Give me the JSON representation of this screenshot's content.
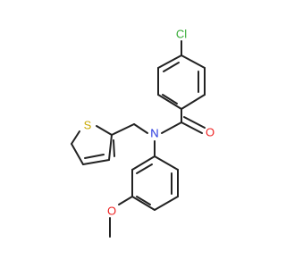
{
  "structure": {
    "atoms": [
      {
        "id": "Cl",
        "label": "Cl",
        "color": "#33aa33"
      },
      {
        "id": "O_carbonyl",
        "label": "O",
        "color": "#ee2222"
      },
      {
        "id": "N",
        "label": "N",
        "color": "#2233dd"
      },
      {
        "id": "S",
        "label": "S",
        "color": "#c8a800"
      },
      {
        "id": "O_methoxy",
        "label": "O",
        "color": "#ee2222"
      }
    ],
    "bond_color": "#222222"
  }
}
